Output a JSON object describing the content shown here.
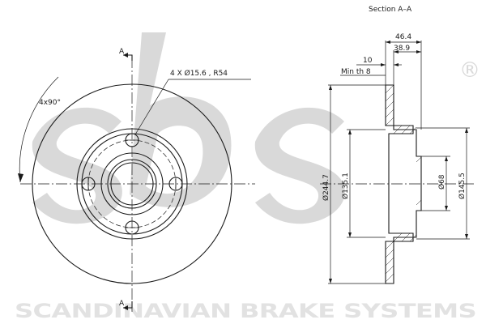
{
  "watermark": {
    "logo_text": "sbs",
    "registered_mark": "®",
    "brand_line": "SCANDINAVIAN BRAKE SYSTEMS"
  },
  "front_view": {
    "section_mark_top": "A",
    "section_mark_bottom": "A",
    "angle_label": "4x90°",
    "holes_label": "4 X Ø15.6 , R54"
  },
  "section_view": {
    "title": "Section A–A",
    "dim_total_width": "46.4",
    "dim_inner_width": "38.9",
    "dim_thickness": "10",
    "dim_min_thickness": "Min th 8",
    "dim_outer_diameter": "Ø244.7",
    "dim_hat_diameter": "Ø135.1",
    "dim_bore_diameter": "Ø68",
    "dim_hub_diameter": "Ø145.5"
  },
  "colors": {
    "line": "#1a1a1a",
    "watermark": "#d9d9d9",
    "background": "#ffffff"
  }
}
